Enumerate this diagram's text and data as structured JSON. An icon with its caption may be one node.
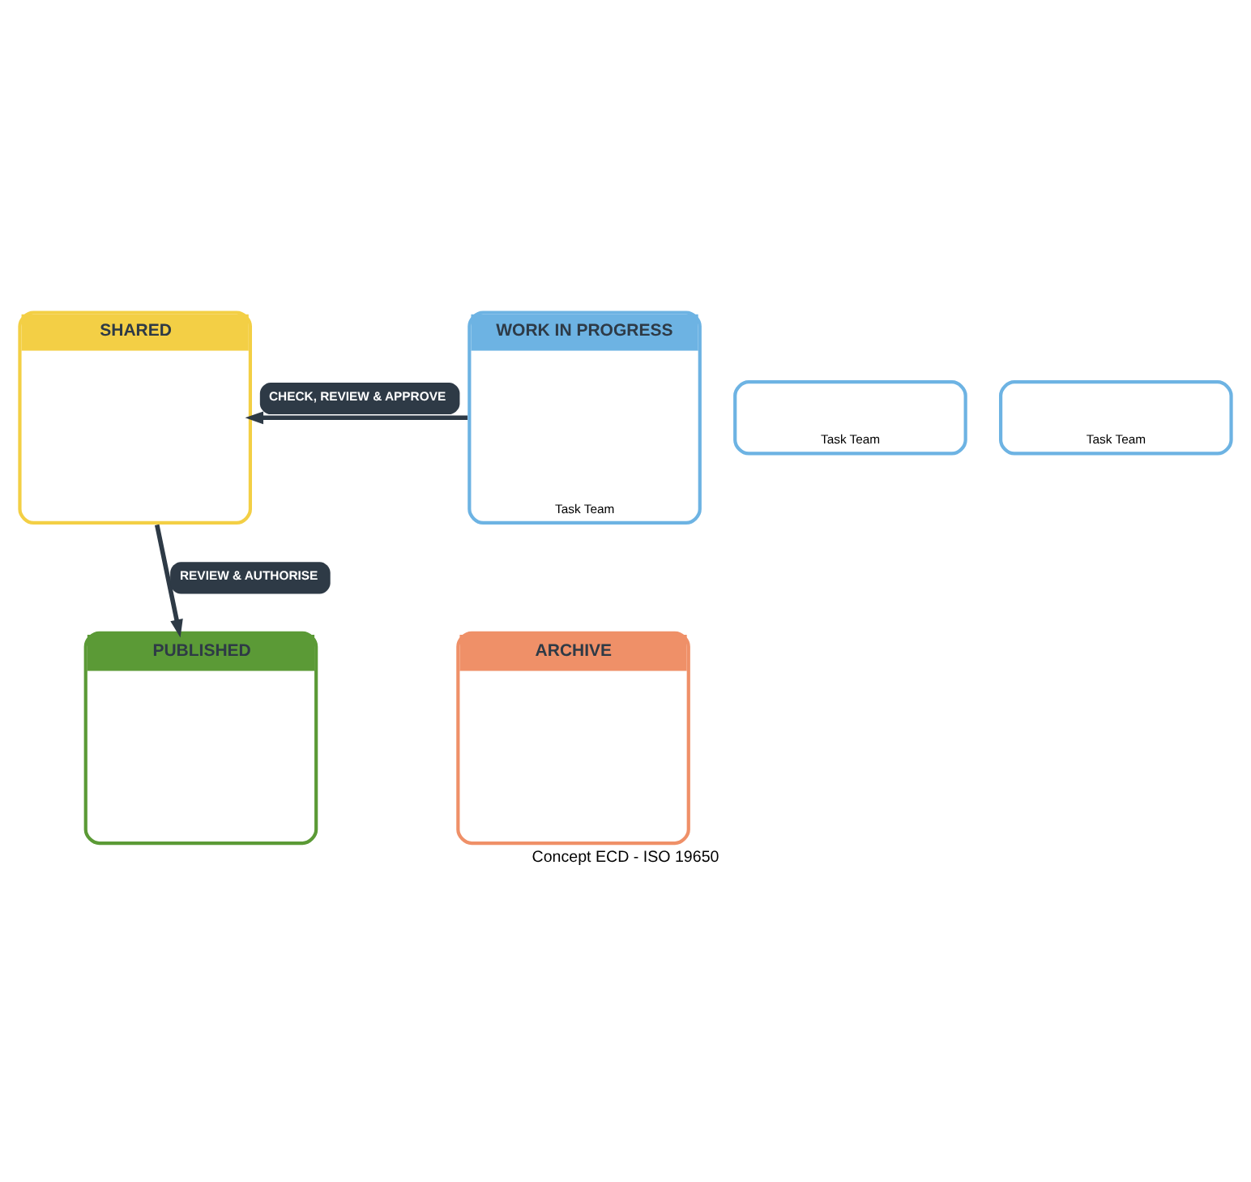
{
  "diagram": {
    "caption": "Concept ECD - ISO 19650",
    "nodes": [
      {
        "text": [
          "SHARED"
        ]
      },
      {
        "text": [
          "WORK IN PROGRESS",
          "Task Team"
        ]
      },
      {
        "text": [
          "Task Team"
        ]
      },
      {
        "text": [
          "Task Team"
        ]
      },
      {
        "text": [
          "PUBLISHED"
        ]
      },
      {
        "text": [
          "ARCHIVE"
        ]
      }
    ],
    "edges": [
      {
        "from": 1,
        "to": 0,
        "arrow": "to",
        "label": "CHECK, REVIEW & APPROVE"
      },
      {
        "from": 0,
        "to": 4,
        "arrow": "to",
        "label": "REVIEW & AUTHORISE"
      }
    ]
  }
}
